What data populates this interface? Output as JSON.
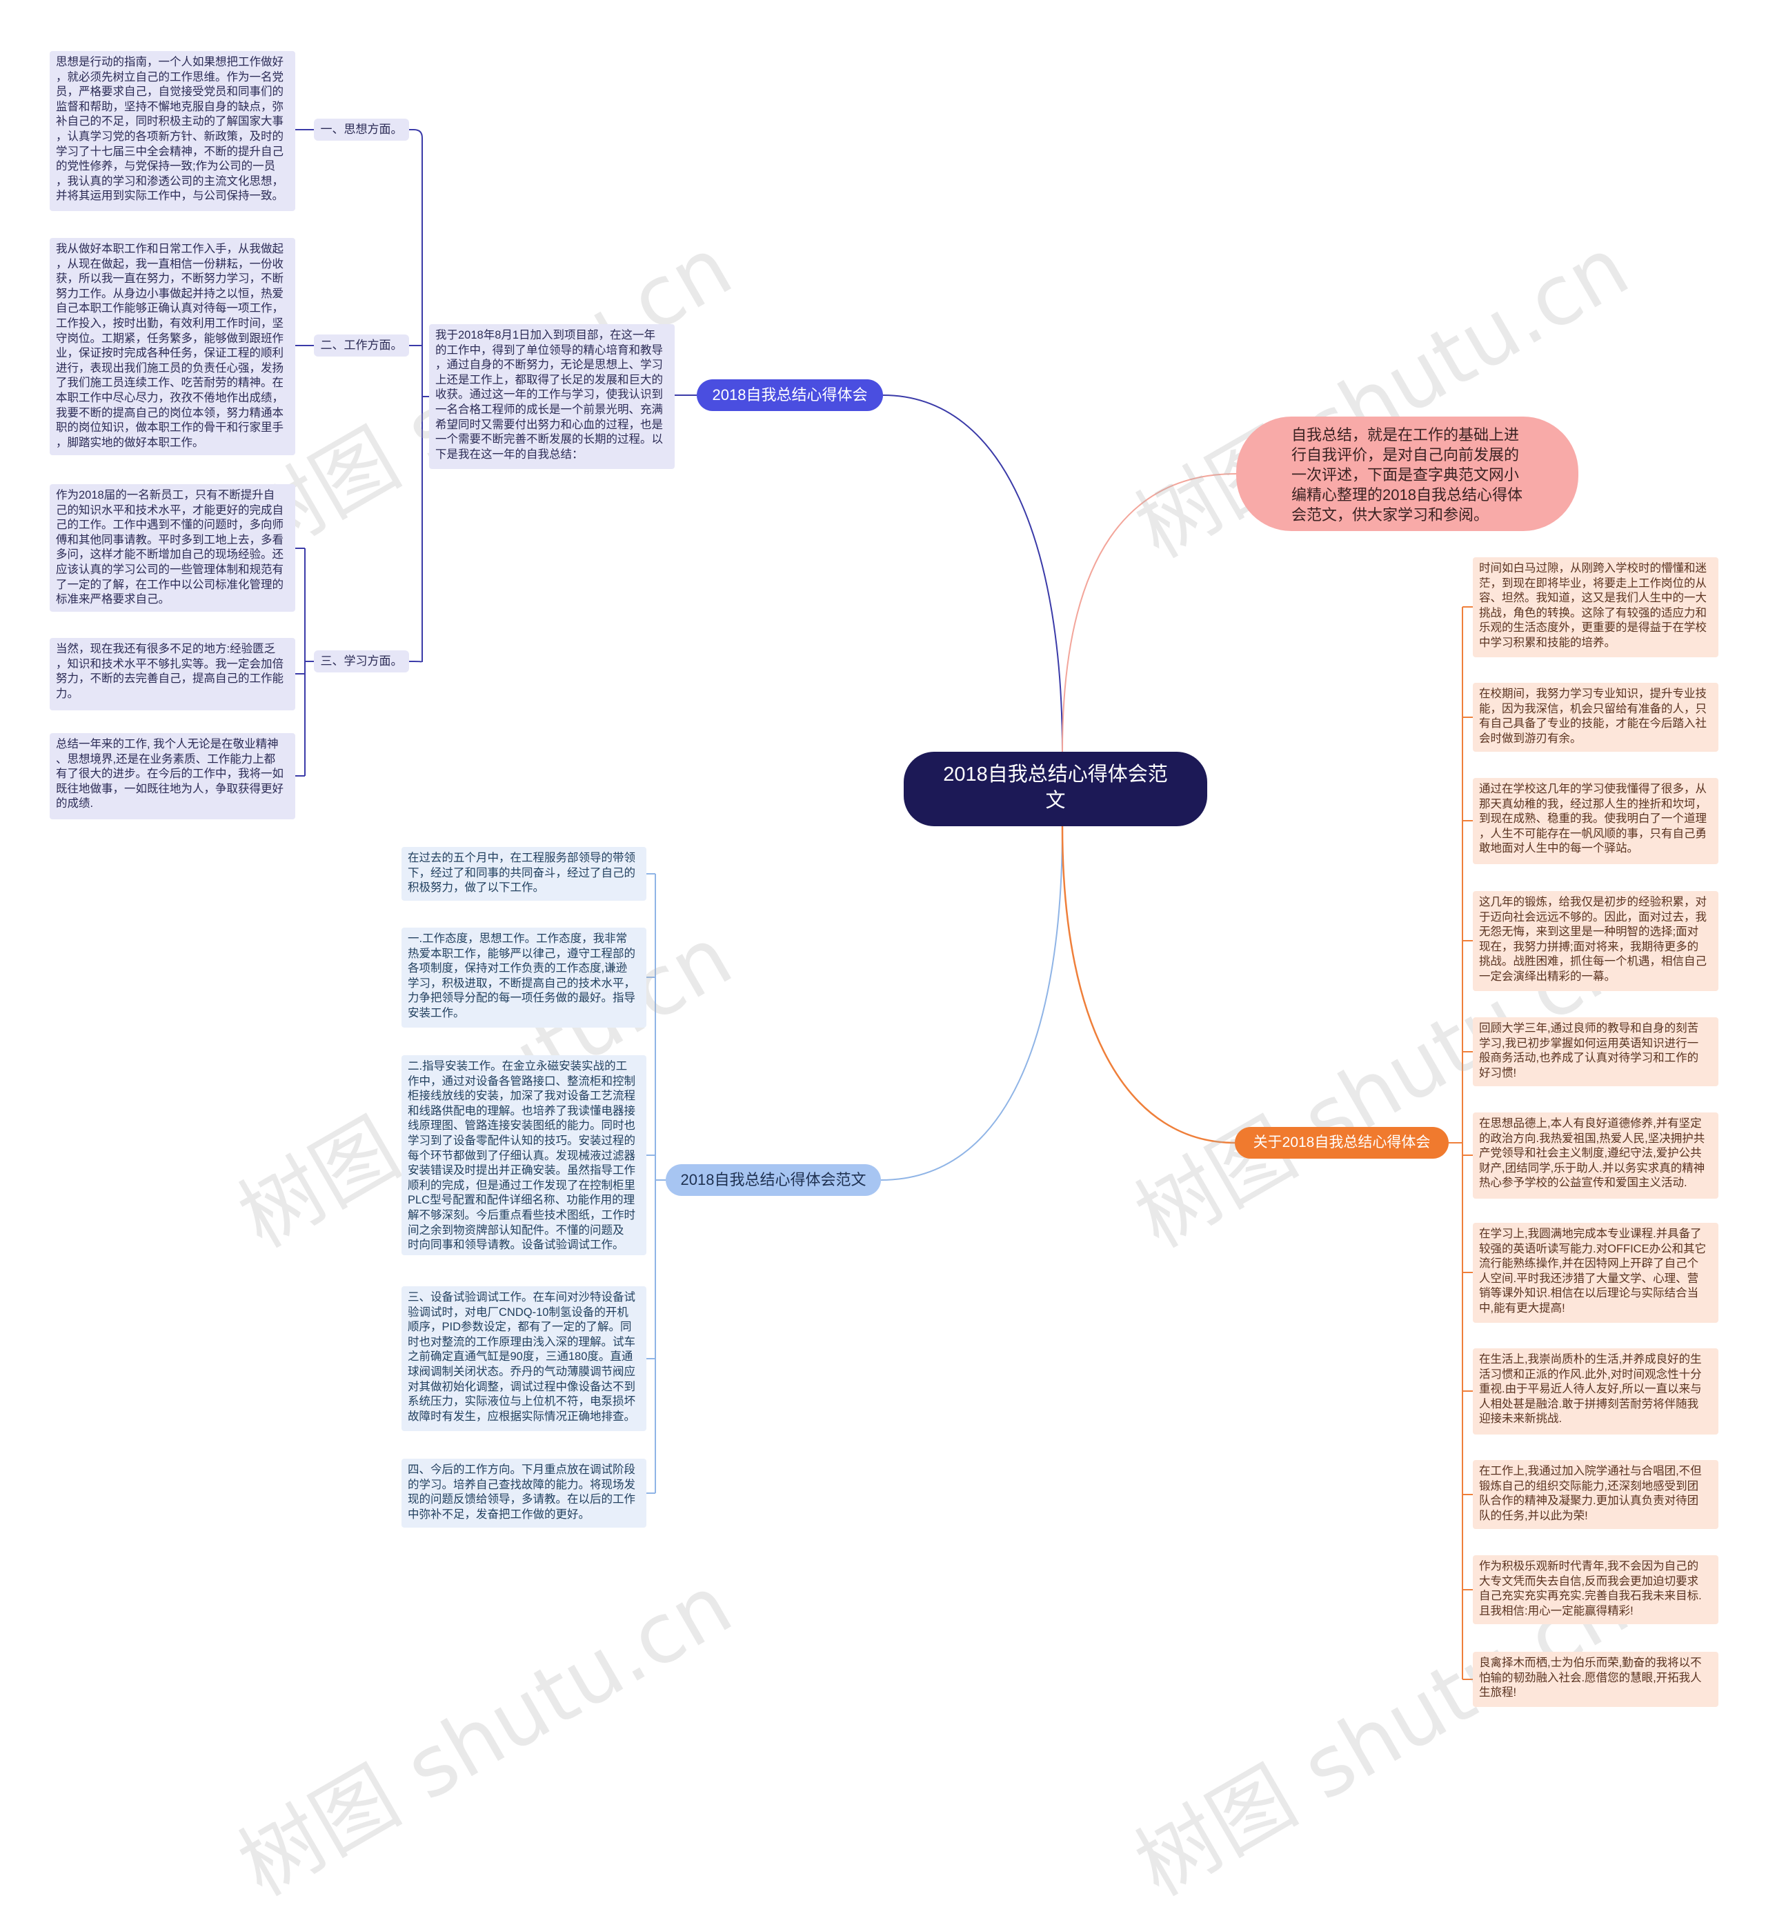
{
  "root": {
    "label": "2018自我总结心得体会范\n文"
  },
  "intro": {
    "text": "自我总结，就是在工作的基础上进\n行自我评价，是对自己向前发展的\n一次评述，下面是查字典范文网小\n编精心整理的2018自我总结心得体\n会范文，供大家学习和参阅。"
  },
  "branch_a": {
    "label": "2018自我总结心得体会",
    "summary": "我于2018年8月1日加入到项目部，在这一年\n的工作中，得到了单位领导的精心培育和教导\n，通过自身的不断努力，无论是思想上、学习\n上还是工作上，都取得了长足的发展和巨大的\n收获。通过这一年的工作与学习，使我认识到\n一名合格工程师的成长是一个前景光明、充满\n希望同时又需要付出努力和心血的过程，也是\n一个需要不断完善不断发展的长期的过程。以\n下是我在这一年的自我总结：",
    "topics": [
      {
        "label": "一、思想方面。",
        "items": [
          "思想是行动的指南，一个人如果想把工作做好\n，就必须先树立自己的工作思维。作为一名党\n员，严格要求自己，自觉接受党员和同事们的\n监督和帮助，坚持不懈地克服自身的缺点，弥\n补自己的不足，同时积极主动的了解国家大事\n，认真学习党的各项新方针、新政策，及时的\n学习了十七届三中全会精神，不断的提升自己\n的党性修养，与党保持一致;作为公司的一员\n，我认真的学习和渗透公司的主流文化思想，\n并将其运用到实际工作中，与公司保持一致。"
        ]
      },
      {
        "label": "二、工作方面。",
        "items": [
          "我从做好本职工作和日常工作入手，从我做起\n，从现在做起，我一直相信一份耕耘，一份收\n获，所以我一直在努力，不断努力学习，不断\n努力工作。从身边小事做起并持之以恒，热爱\n自己本职工作能够正确认真对待每一项工作，\n工作投入，按时出勤，有效利用工作时间，坚\n守岗位。工期紧，任务繁多，能够做到跟班作\n业，保证按时完成各种任务，保证工程的顺利\n进行，表现出我们施工员的负责任心强，发扬\n了我们施工员连续工作、吃苦耐劳的精神。在\n本职工作中尽心尽力，孜孜不倦地作出成绩，\n我要不断的提高自己的岗位本领，努力精通本\n职的岗位知识，做本职工作的骨干和行家里手\n，脚踏实地的做好本职工作。"
        ]
      },
      {
        "label": "三、学习方面。",
        "items": [
          "作为2018届的一名新员工，只有不断提升自\n己的知识水平和技术水平，才能更好的完成自\n己的工作。工作中遇到不懂的问题时，多向师\n傅和其他同事请教。平时多到工地上去，多看\n多问，这样才能不断增加自己的现场经验。还\n应该认真的学习公司的一些管理体制和规范有\n了一定的了解，在工作中以公司标准化管理的\n标准来严格要求自己。",
          "当然，现在我还有很多不足的地方:经验匮乏\n，知识和技术水平不够扎实等。我一定会加倍\n努力，不断的去完善自己，提高自己的工作能\n力。",
          "总结一年来的工作, 我个人无论是在敬业精神\n、思想境界,还是在业务素质、工作能力上都\n有了很大的进步。在今后的工作中，我将一如\n既往地做事，一如既往地为人，争取获得更好\n的成绩."
        ]
      }
    ]
  },
  "branch_b": {
    "label": "2018自我总结心得体会范文",
    "items": [
      "在过去的五个月中，在工程服务部领导的带领\n下，经过了和同事的共同奋斗，经过了自己的\n积极努力，做了以下工作。",
      "一.工作态度，思想工作。工作态度，我非常\n热爱本职工作，能够严以律己，遵守工程部的\n各项制度，保持对工作负责的工作态度,谦逊\n学习，积极进取，不断提高自己的技术水平，\n力争把领导分配的每一项任务做的最好。指导\n安装工作。",
      "二.指导安装工作。在金立永磁安装实战的工\n作中，通过对设备各管路接口、整流柜和控制\n柜接线放线的安装，加深了我对设备工艺流程\n和线路供配电的理解。也培养了我读懂电器接\n线原理图、管路连接安装图纸的能力。同时也\n学习到了设备零配件认知的技巧。安装过程的\n每个环节都做到了仔细认真。发现械液过滤器\n安装错误及时提出并正确安装。虽然指导工作\n顺利的完成，但是通过工作发现了在控制柜里\nPLC型号配置和配件详细名称、功能作用的理\n解不够深刻。今后重点看些技术图纸，工作时\n间之余到物资牌部认知配件。不懂的问题及\n时向同事和领导请教。设备试验调试工作。",
      "三、设备试验调试工作。在车间对沙特设备试\n验调试时，对电厂CNDQ-10制氢设备的开机\n顺序，PID参数设定，都有了一定的了解。同\n时也对整流的工作原理由浅入深的理解。试车\n之前确定直通气缸是90度，三通180度。直通\n球阀调制关闭状态。乔丹的气动薄膜调节阀应\n对其做初始化调整，调试过程中像设备达不到\n系统压力，实际液位与上位机不符，电泵损坏\n故障时有发生，应根据实际情况正确地排查。",
      "四、今后的工作方向。下月重点放在调试阶段\n的学习。培养自己查找故障的能力。将现场发\n现的问题反馈给领导，多请教。在以后的工作\n中弥补不足，发奋把工作做的更好。"
    ]
  },
  "branch_c": {
    "label": "关于2018自我总结心得体会",
    "items": [
      "时间如白马过隙，从刚跨入学校时的懵懂和迷\n茫，到现在即将毕业，将要走上工作岗位的从\n容、坦然。我知道，这又是我们人生中的一大\n挑战，角色的转换。这除了有较强的适应力和\n乐观的生活态度外，更重要的是得益于在学校\n中学习积累和技能的培养。",
      "在校期间，我努力学习专业知识，提升专业技\n能，因为我深信，机会只留给有准备的人，只\n有自己具备了专业的技能，才能在今后踏入社\n会时做到游刃有余。",
      "通过在学校这几年的学习使我懂得了很多，从\n那天真幼稚的我，经过那人生的挫折和坎坷，\n到现在成熟、稳重的我。使我明白了一个道理\n，人生不可能存在一帆风顺的事，只有自己勇\n敢地面对人生中的每一个驿站。",
      "这几年的锻炼，给我仅是初步的经验积累，对\n于迈向社会远远不够的。因此，面对过去，我\n无怨无悔，来到这里是一种明智的选择;面对\n现在，我努力拼搏;面对将来，我期待更多的\n挑战。战胜困难，抓住每一个机遇，相信自己\n一定会演绎出精彩的一幕。",
      "回顾大学三年,通过良师的教导和自身的刻苦\n学习,我已初步掌握如何运用英语知识进行一\n般商务活动,也养成了认真对待学习和工作的\n好习惯!",
      "在思想品德上,本人有良好道德修养,并有坚定\n的政治方向.我热爱祖国,热爱人民,坚决拥护共\n产党领导和社会主义制度,遵纪守法,爱护公共\n财产,团结同学,乐于助人.并以务实求真的精神\n热心参予学校的公益宣传和爱国主义活动.",
      "在学习上,我圆满地完成本专业课程.并具备了\n较强的英语听读写能力.对OFFICE办公和其它\n流行能熟练操作,并在因特网上开辟了自己个\n人空间.平时我还涉猎了大量文学、心理、营\n销等课外知识.相信在以后理论与实际结合当\n中,能有更大提高!",
      "在生活上,我崇尚质朴的生活,并养成良好的生\n活习惯和正派的作风.此外,对时间观念性十分\n重视.由于平易近人待人友好,所以一直以来与\n人相处甚是融洽.敢于拼搏刻苦耐劳将伴随我\n迎接未来新挑战.",
      "在工作上,我通过加入院学通社与合唱团,不但\n锻炼自己的组织交际能力,还深刻地感受到团\n队合作的精神及凝聚力.更加认真负责对待团\n队的任务,并以此为荣!",
      "作为积极乐观新时代青年,我不会因为自己的\n大专文凭而失去自信,反而我会更加迫切要求\n自己充实充实再充实.完善自我石我未来目标.\n且我相信:用心一定能赢得精彩!",
      "良禽择木而栖,士为伯乐而荣,勤奋的我将以不\n怕输的韧劲融入社会.愿借您的慧眼,开拓我人\n生旅程!"
    ]
  },
  "colors": {
    "root_bg": "#1c1956",
    "branch_a": "#4a4ee0",
    "branch_b": "#a7c5f2",
    "branch_c": "#f07a2e",
    "intro_bg": "#f8aaa8",
    "line_a": "#3a3aa8",
    "line_b": "#8fb4e6",
    "line_c": "#ef7f3a",
    "line_intro": "#f3a59a"
  },
  "watermark": "树图 shutu.cn"
}
